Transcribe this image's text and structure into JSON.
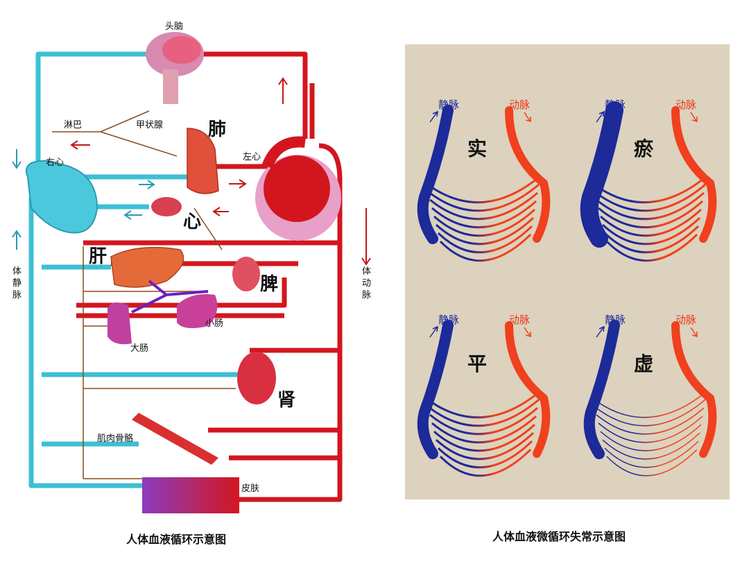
{
  "left": {
    "labels": {
      "brain": "头脑",
      "lymph": "淋巴",
      "thyroid": "甲状腺",
      "right_heart": "右心",
      "left_heart": "左心",
      "small_intestine": "小肠",
      "large_intestine": "大肠",
      "muscle_bone": "肌肉骨骼",
      "skin": "皮肤"
    },
    "organs": {
      "lung": "肺",
      "heart": "心",
      "liver": "肝",
      "spleen": "脾",
      "kidney": "肾"
    },
    "side_labels": {
      "vein_chars": [
        "体",
        "静",
        "脉"
      ],
      "artery_chars": [
        "体",
        "动",
        "脉"
      ]
    },
    "caption": "人体血液循环示意图",
    "colors": {
      "vein": "#3cc0d4",
      "artery": "#d3161e"
    }
  },
  "right": {
    "caption": "人体血液微循环失常示意图",
    "vein_label": "静脉",
    "artery_label": "动脉",
    "panels": [
      {
        "char": "实"
      },
      {
        "char": "瘀"
      },
      {
        "char": "平"
      },
      {
        "char": "虚"
      }
    ],
    "colors": {
      "vein": "#1c2a9a",
      "artery": "#f0401e",
      "background": "#ddd2bd"
    }
  }
}
